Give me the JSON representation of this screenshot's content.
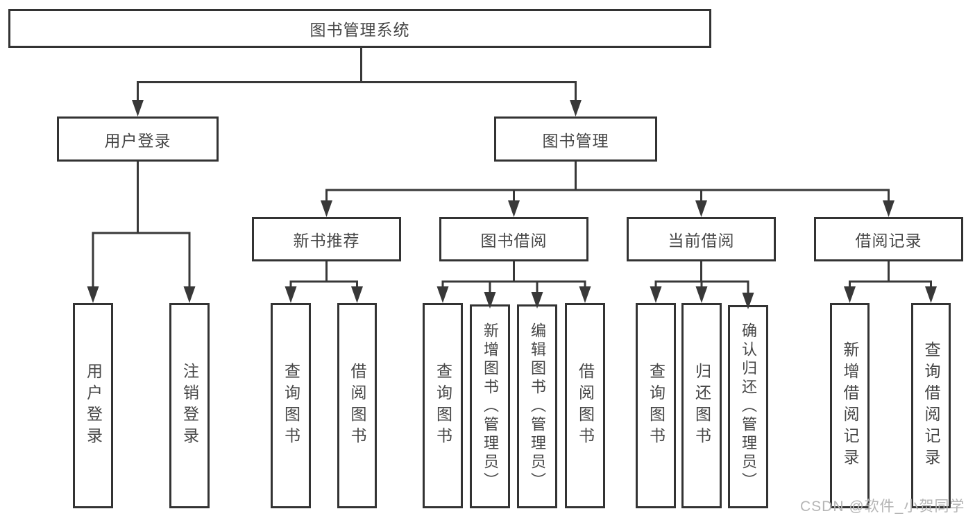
{
  "diagram_type": "hierarchy-tree",
  "colors": {
    "line": "#383838",
    "box_border": "#333333",
    "box_fill": "#ffffff",
    "text": "#464646",
    "watermark": "#b5b5b5",
    "background": "#ffffff"
  },
  "tree": {
    "label": "图书管理系统",
    "children": [
      {
        "label": "用户登录",
        "children": [
          {
            "label": "用户登录"
          },
          {
            "label": "注销登录"
          }
        ]
      },
      {
        "label": "图书管理",
        "children": [
          {
            "label": "新书推荐",
            "children": [
              {
                "label": "查询图书"
              },
              {
                "label": "借阅图书"
              }
            ]
          },
          {
            "label": "图书借阅",
            "children": [
              {
                "label": "查询图书"
              },
              {
                "label": "新增图书（管理员）"
              },
              {
                "label": "编辑图书（管理员）"
              },
              {
                "label": "借阅图书"
              }
            ]
          },
          {
            "label": "当前借阅",
            "children": [
              {
                "label": "查询图书"
              },
              {
                "label": "归还图书"
              },
              {
                "label": "确认归还（管理员）"
              }
            ]
          },
          {
            "label": "借阅记录",
            "children": [
              {
                "label": "新增借阅记录"
              },
              {
                "label": "查询借阅记录"
              }
            ]
          }
        ]
      }
    ]
  },
  "watermark": "CSDN @软件_小贺同学"
}
